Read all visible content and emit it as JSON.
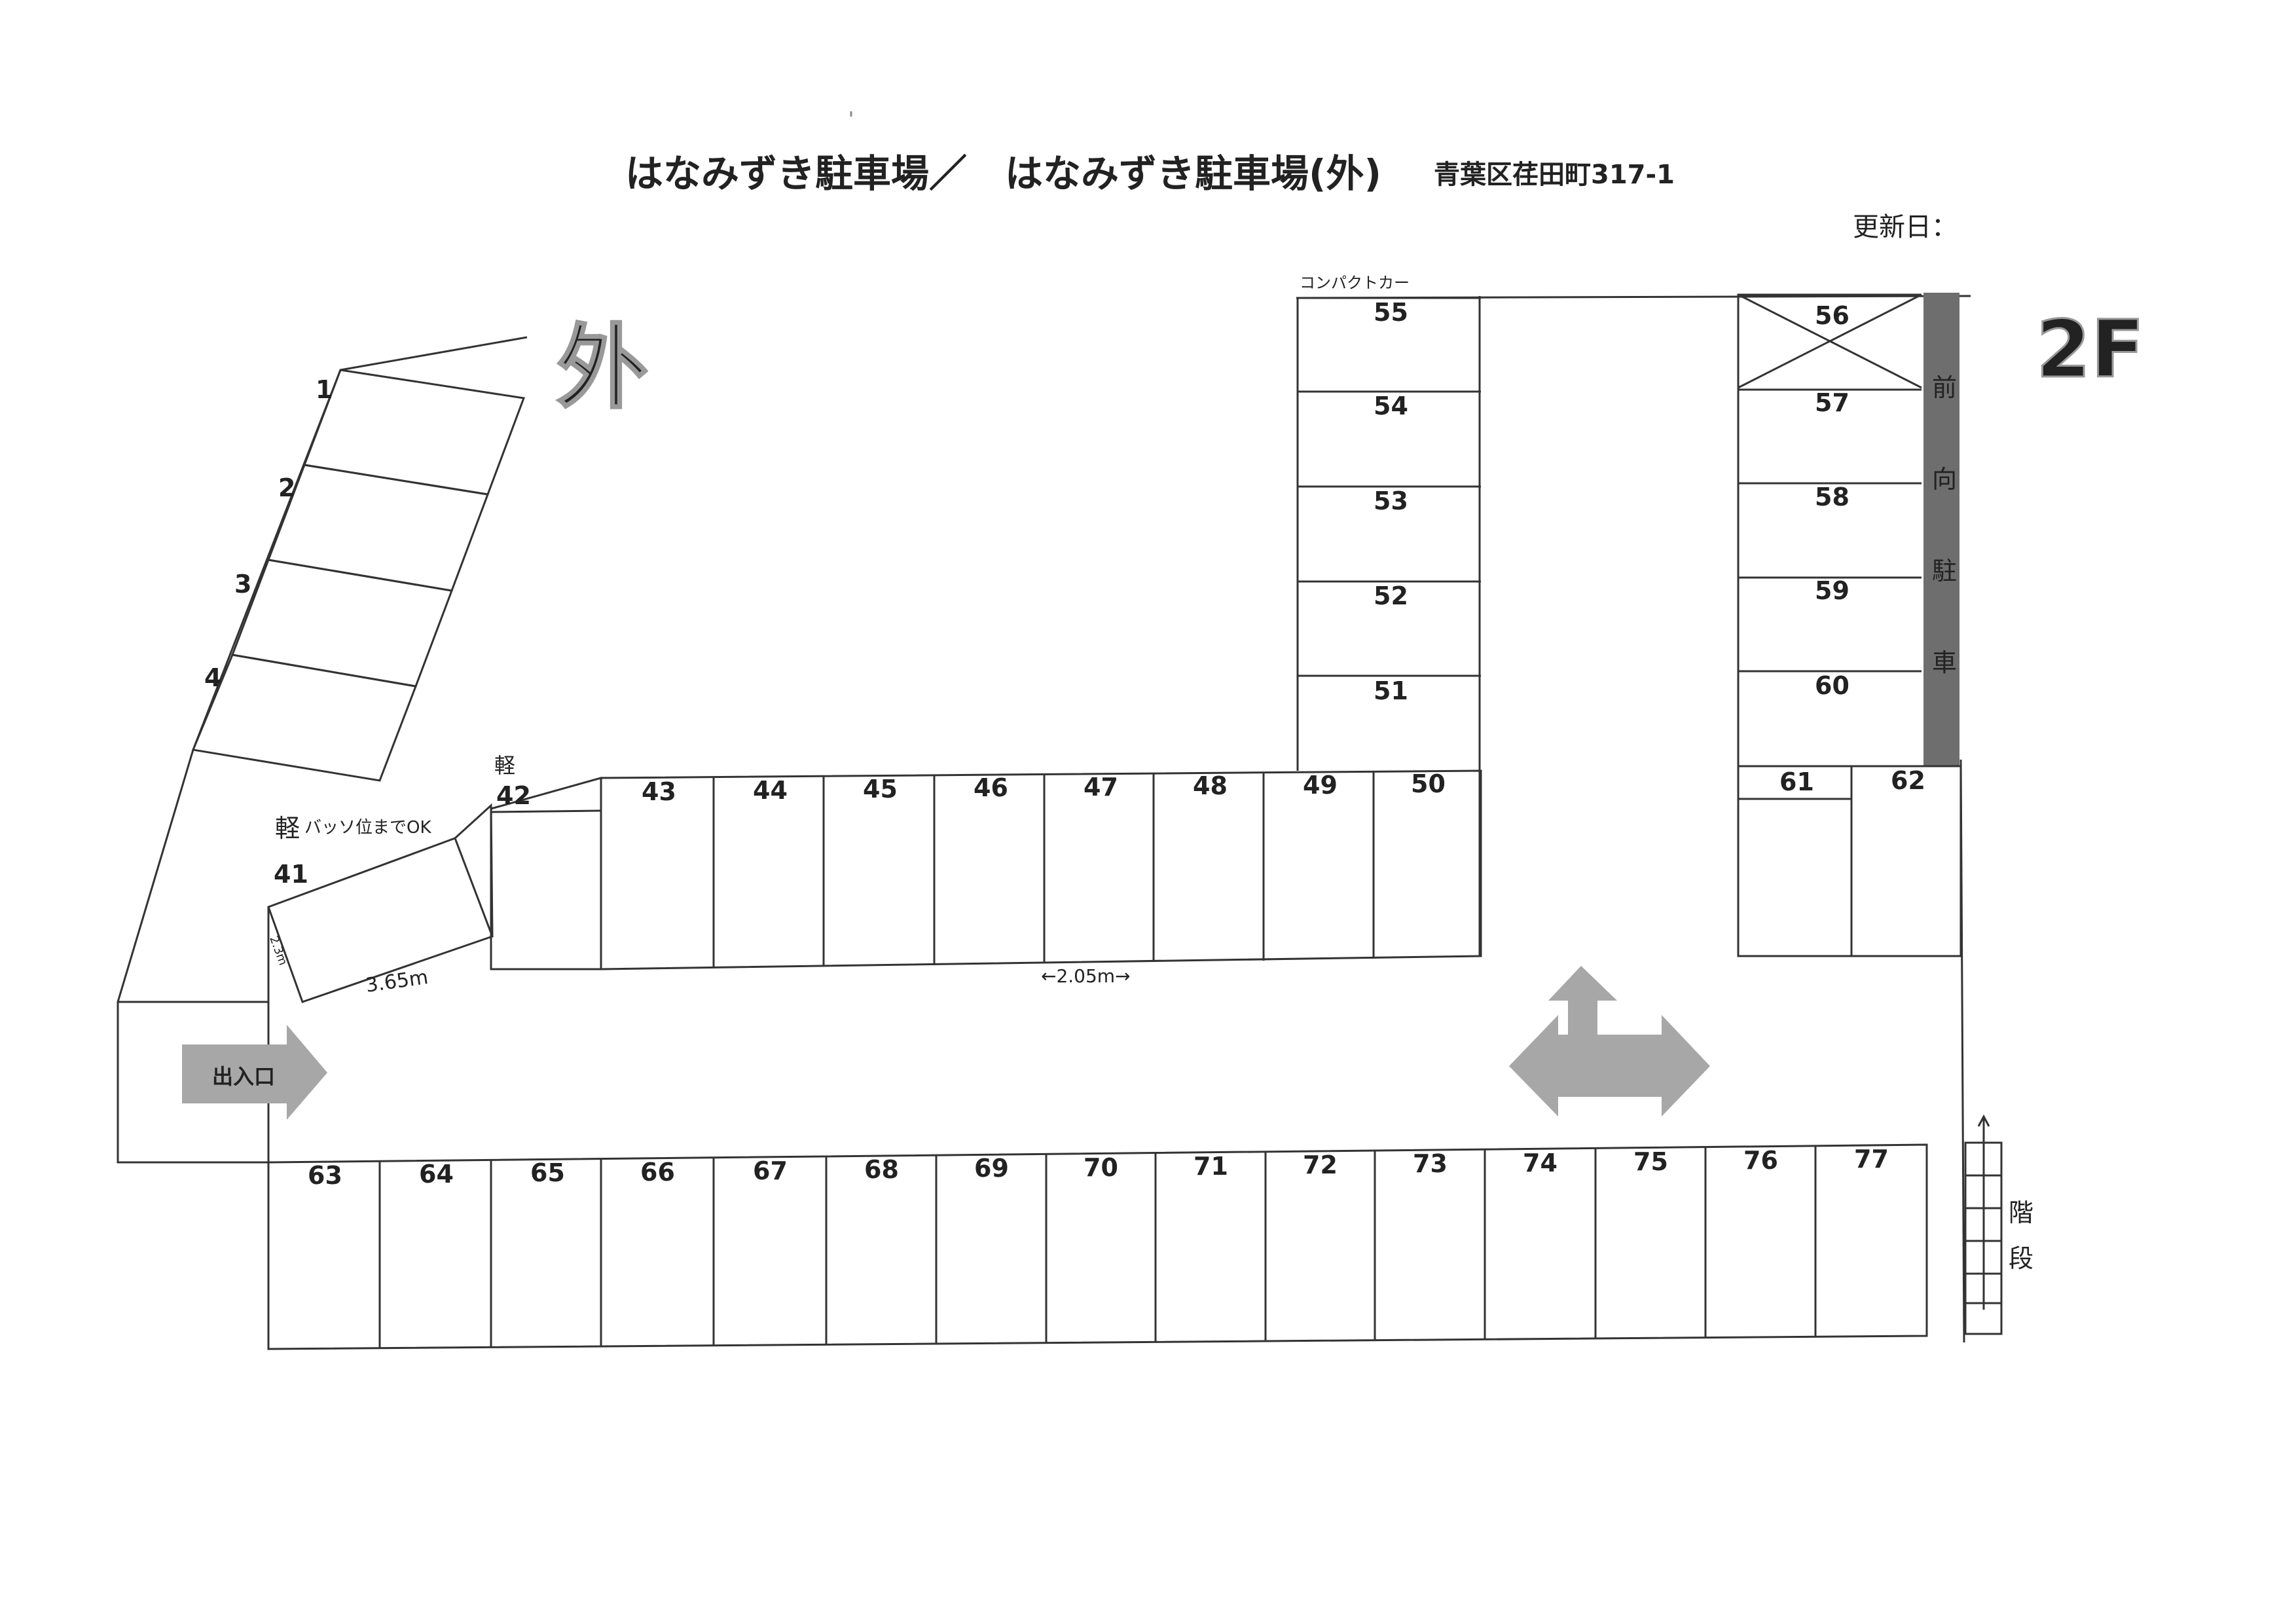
{
  "header": {
    "title": "はなみずき駐車場／　はなみずき駐車場(外)",
    "address": "青葉区荏田町317-1",
    "updated_label": "更新日："
  },
  "labels": {
    "outside": "外",
    "floor": "2F",
    "compact_car": "コンパクトカー",
    "front_parking": [
      "前",
      "向",
      "駐",
      "車"
    ],
    "stairs": [
      "階",
      "段"
    ],
    "entrance": "出入口",
    "kei_41": "軽",
    "kei_41_note": "バッソ位までOK",
    "kei_42": "軽",
    "dim_length": "3.65m",
    "dim_width": "2.3m",
    "dim_aisle": "←2.05m→"
  },
  "spaces": [
    "1",
    "2",
    "3",
    "4",
    "41",
    "42",
    "43",
    "44",
    "45",
    "46",
    "47",
    "48",
    "49",
    "50",
    "51",
    "52",
    "53",
    "54",
    "55",
    "56",
    "57",
    "58",
    "59",
    "60",
    "61",
    "62",
    "63",
    "64",
    "65",
    "66",
    "67",
    "68",
    "69",
    "70",
    "71",
    "72",
    "73",
    "74",
    "75",
    "76",
    "77"
  ]
}
